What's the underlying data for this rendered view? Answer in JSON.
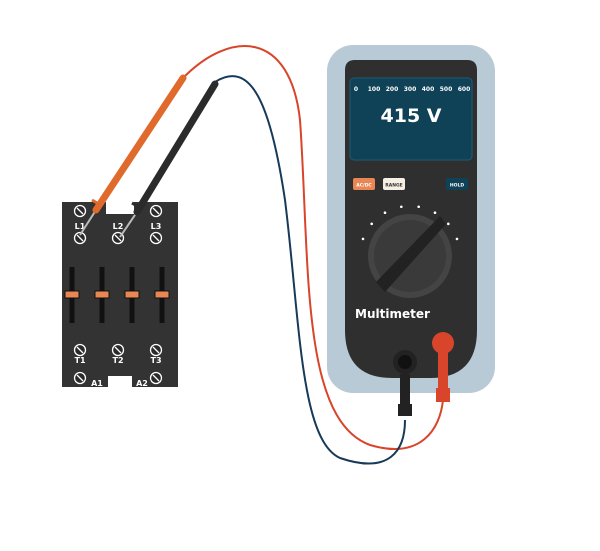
{
  "contactor": {
    "top_labels": [
      "L1",
      "L2",
      "L3"
    ],
    "bottom_labels": [
      "T1",
      "T2",
      "T3"
    ],
    "coil_labels": [
      "A1",
      "A2"
    ]
  },
  "multimeter": {
    "scale_ticks": [
      "0",
      "100",
      "200",
      "300",
      "400",
      "500",
      "600"
    ],
    "reading": "415 V",
    "buttons": {
      "acdc": "AC/DC",
      "range": "RANGE",
      "hold": "HOLD"
    },
    "brand_label": "Multimeter"
  },
  "colors": {
    "red_lead": "#d8452a",
    "black_lead": "#2b2b2b",
    "screen": "#0f4157",
    "body": "#2f2f2f",
    "case": "#b8cad6",
    "accent": "#e88654"
  }
}
